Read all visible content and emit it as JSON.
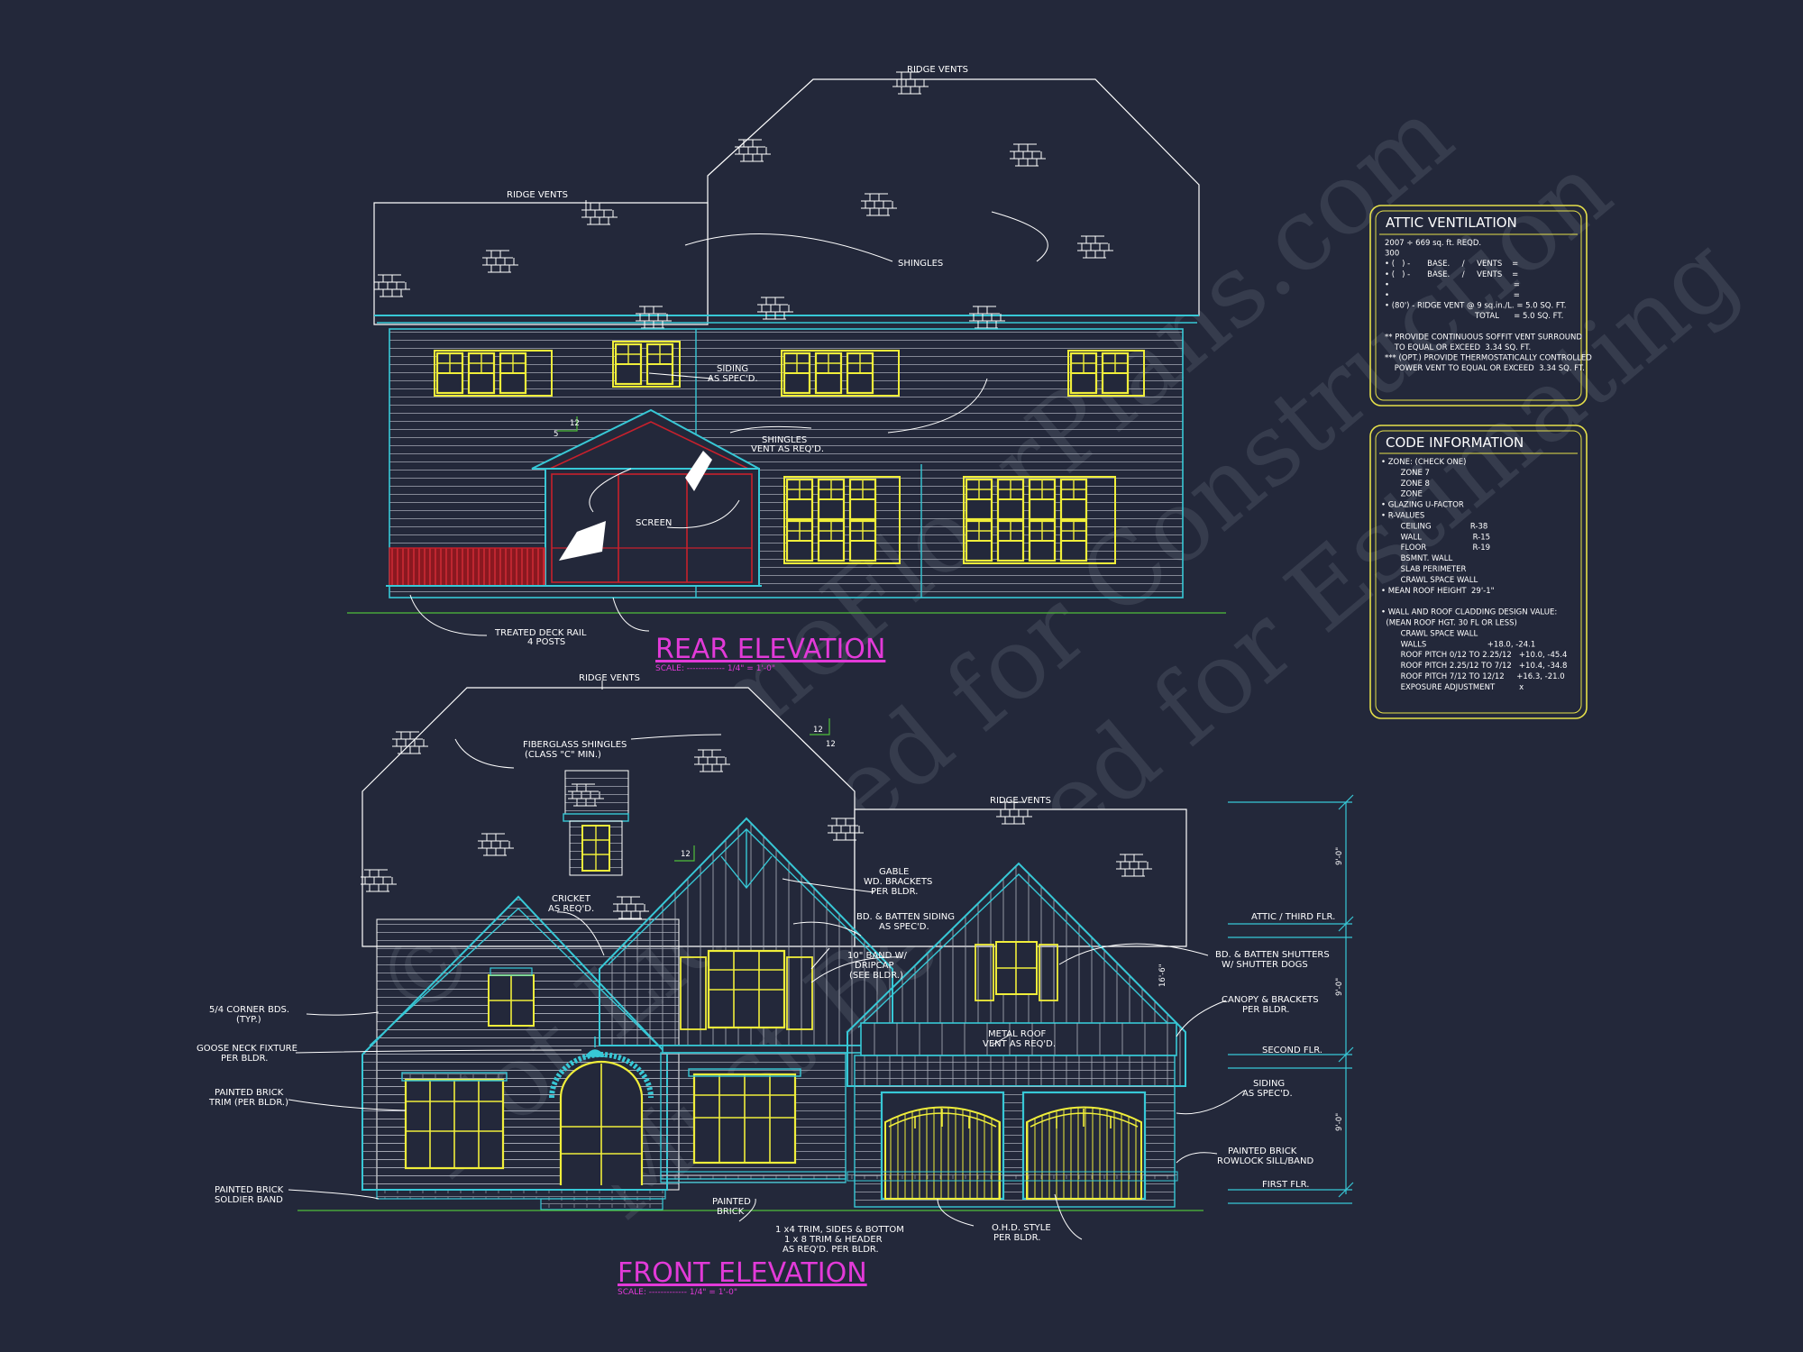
{
  "rear": {
    "title": "REAR ELEVATION",
    "scale": "SCALE: ------------- 1/4\" = 1'-0\"",
    "notes": {
      "ridge_vents_top": "RIDGE VENTS",
      "ridge_vents_left": "RIDGE VENTS",
      "shingles": "SHINGLES",
      "siding_1": "SIDING",
      "siding_2": "AS SPEC'D.",
      "shingles_vent_1": "SHINGLES",
      "shingles_vent_2": "VENT AS REQ'D.",
      "screen": "SCREEN",
      "deck_1": "TREATED DECK RAIL",
      "deck_2": "4 POSTS",
      "pitch_rise": "12",
      "pitch_run": "5"
    }
  },
  "front": {
    "title": "FRONT ELEVATION",
    "scale": "SCALE: ------------- 1/4\" = 1'-0\"",
    "notes": {
      "ridge_vents_main": "RIDGE VENTS",
      "fiberglass_1": "FIBERGLASS SHINGLES",
      "fiberglass_2": "(CLASS \"C\" MIN.)",
      "ridge_vents_garage": "RIDGE VENTS",
      "pitch_a": "12",
      "pitch_b": "12",
      "pitch_c": "12",
      "cricket_1": "CRICKET",
      "cricket_2": "AS REQ'D.",
      "gable_1": "GABLE",
      "gable_2": "WD. BRACKETS",
      "gable_3": "PER BLDR.",
      "batten_siding_1": "BD. & BATTEN SIDING",
      "batten_siding_2": "AS SPEC'D.",
      "band_1": "10\" BAND W/",
      "band_2": "DRIPCAP",
      "band_3": "(SEE BLDR.)",
      "corner_1": "5/4 CORNER BDS.",
      "corner_2": "(TYP.)",
      "gooseneck_1": "GOOSE NECK FIXTURE",
      "gooseneck_2": "PER BLDR.",
      "brick_trim_1": "PAINTED BRICK",
      "brick_trim_2": "TRIM (PER BLDR.)",
      "soldier_1": "PAINTED BRICK",
      "soldier_2": "SOLDIER BAND",
      "painted_brick_1": "PAINTED",
      "painted_brick_2": "BRICK",
      "trim_1": "1 x4 TRIM, SIDES & BOTTOM",
      "trim_2": "1 x 8 TRIM & HEADER",
      "trim_3": "AS REQ'D. PER BLDR.",
      "ohd_1": "O.H.D. STYLE",
      "ohd_2": "PER BLDR.",
      "metal_roof_1": "METAL ROOF",
      "metal_roof_2": "VENT AS REQ'D.",
      "shutters_1": "BD. & BATTEN SHUTTERS",
      "shutters_2": "W/ SHUTTER DOGS",
      "canopy_1": "CANOPY & BRACKETS",
      "canopy_2": "PER BLDR.",
      "siding_1": "SIDING",
      "siding_2": "AS SPEC'D.",
      "rowlock_1": "PAINTED BRICK",
      "rowlock_2": "ROWLOCK SILL/BAND",
      "attic_flr": "ATTIC / THIRD FLR.",
      "second_flr": "SECOND FLR.",
      "first_flr": "FIRST FLR.",
      "dim_1": "9'-0\"",
      "dim_2": "9'-0\"",
      "dim_3": "9'-0\"",
      "dim_gable": "16'-6\""
    }
  },
  "attic_ventilation": {
    "title": "ATTIC VENTILATION",
    "lines": [
      "2007 ÷ 669 sq. ft. REQD.",
      "300",
      "• (   ) -       BASE.     /     VENTS    =",
      "• (   ) -       BASE.     /     VENTS    =",
      "•                                                   =",
      "•                                                   =",
      "• (80') - RIDGE VENT @ 9 sq.in./L. = 5.0 SQ. FT.",
      "                                     TOTAL      = 5.0 SQ. FT.",
      "",
      "** PROVIDE CONTINUOUS SOFFIT VENT SURROUND",
      "    TO EQUAL OR EXCEED  3.34 SQ. FT.",
      "*** (OPT.) PROVIDE THERMOSTATICALLY CONTROLLED",
      "    POWER VENT TO EQUAL OR EXCEED  3.34 SQ. FT."
    ]
  },
  "code_information": {
    "title": "CODE INFORMATION",
    "lines": [
      "• ZONE: (CHECK ONE)",
      "        ZONE 7",
      "        ZONE 8",
      "        ZONE",
      "• GLAZING U-FACTOR",
      "• R-VALUES",
      "        CEILING                R-38",
      "        WALL                     R-15",
      "        FLOOR                   R-19",
      "        BSMNT. WALL",
      "        SLAB PERIMETER",
      "        CRAWL SPACE WALL",
      "• MEAN ROOF HEIGHT  29'-1\"",
      "",
      "• WALL AND ROOF CLADDING DESIGN VALUE:",
      "  (MEAN ROOF HGT. 30 FL OR LESS)",
      "        CRAWL SPACE WALL",
      "        WALLS                         +18.0, -24.1",
      "        ROOF PITCH 0/12 TO 2.25/12   +10.0, -45.4",
      "        ROOF PITCH 2.25/12 TO 7/12   +10.4, -34.8",
      "        ROOF PITCH 7/12 TO 12/12     +16.3, -21.0",
      "        EXPOSURE ADJUSTMENT          x"
    ]
  },
  "watermark": {
    "line1": "© MyHomeFloorPlans.com",
    "line2": "Not Licensed for Construction",
    "line3": "Must Be Used for Estimating"
  },
  "colors": {
    "background": "#23283a",
    "outline_white": "#ffffff",
    "trim_cyan": "#37c8d6",
    "window_yellow": "#f0ee3a",
    "title_magenta": "#e23ad8",
    "deck_red": "#c8202c",
    "ground_green": "#4fbf3a",
    "box_border_yellow": "#e6e04a"
  }
}
